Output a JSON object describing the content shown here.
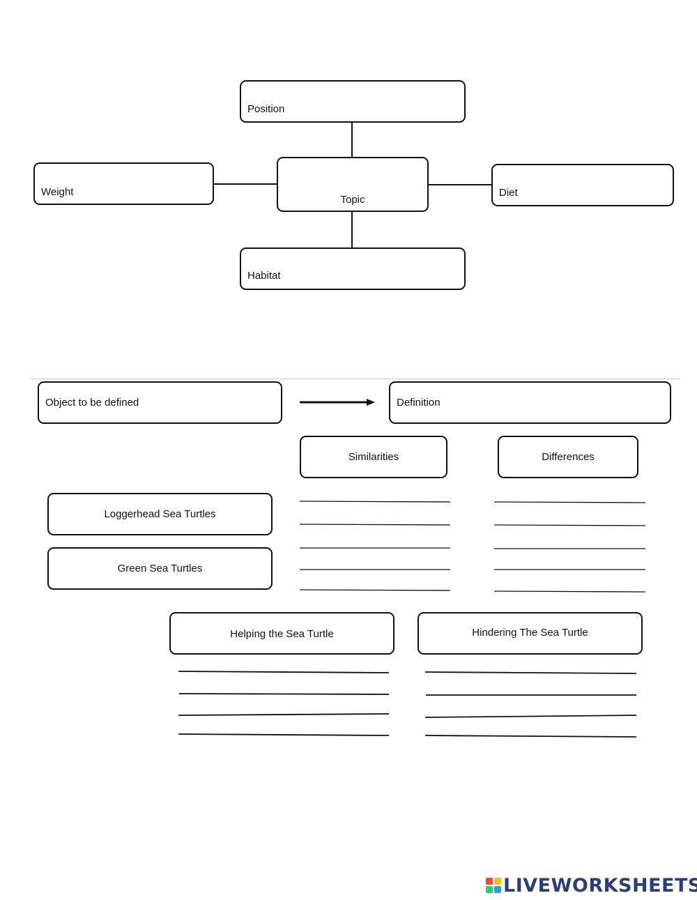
{
  "mindmap": {
    "top": "Position",
    "left": "Weight",
    "center": "Topic",
    "right": "Diet",
    "bottom": "Habitat"
  },
  "definition": {
    "object": "Object to be defined",
    "definition": "Definition"
  },
  "compare": {
    "similarities": "Similarities",
    "differences": "Differences",
    "item1": "Loggerhead Sea Turtles",
    "item2": "Green Sea Turtles"
  },
  "effects": {
    "helping": "Helping the Sea Turtle",
    "hindering": "Hindering The Sea Turtle"
  },
  "brand": {
    "name": "LIVEWORKSHEETS",
    "colors": [
      "#e84c3d",
      "#f1c40f",
      "#2ecc71",
      "#3498db"
    ],
    "text_color": "#2c3e78"
  }
}
